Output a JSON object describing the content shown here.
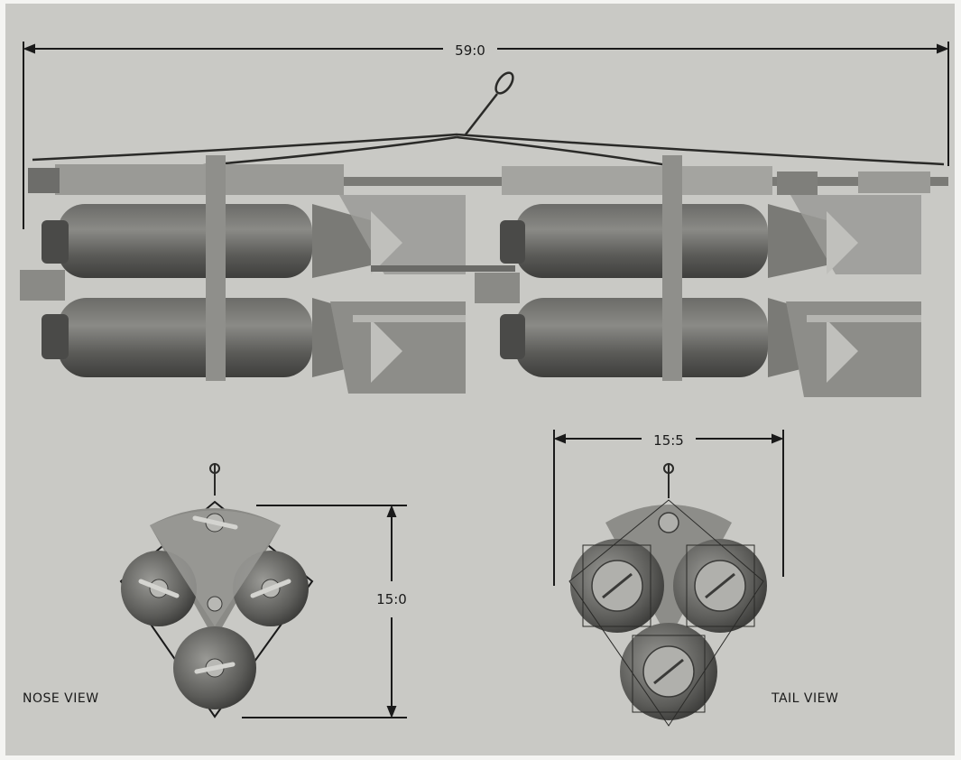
{
  "dimensions": {
    "overall_length": "59:0",
    "nose_height": "15:0",
    "tail_width": "15:5"
  },
  "labels": {
    "nose_view": "NOSE VIEW",
    "tail_view": "TAIL VIEW"
  },
  "colors": {
    "background": "#c9c9c5",
    "metal_dark": "#4a4a48",
    "metal_mid": "#7d7d7a",
    "metal_light": "#a9a9a5",
    "line": "#1a1a1a"
  }
}
